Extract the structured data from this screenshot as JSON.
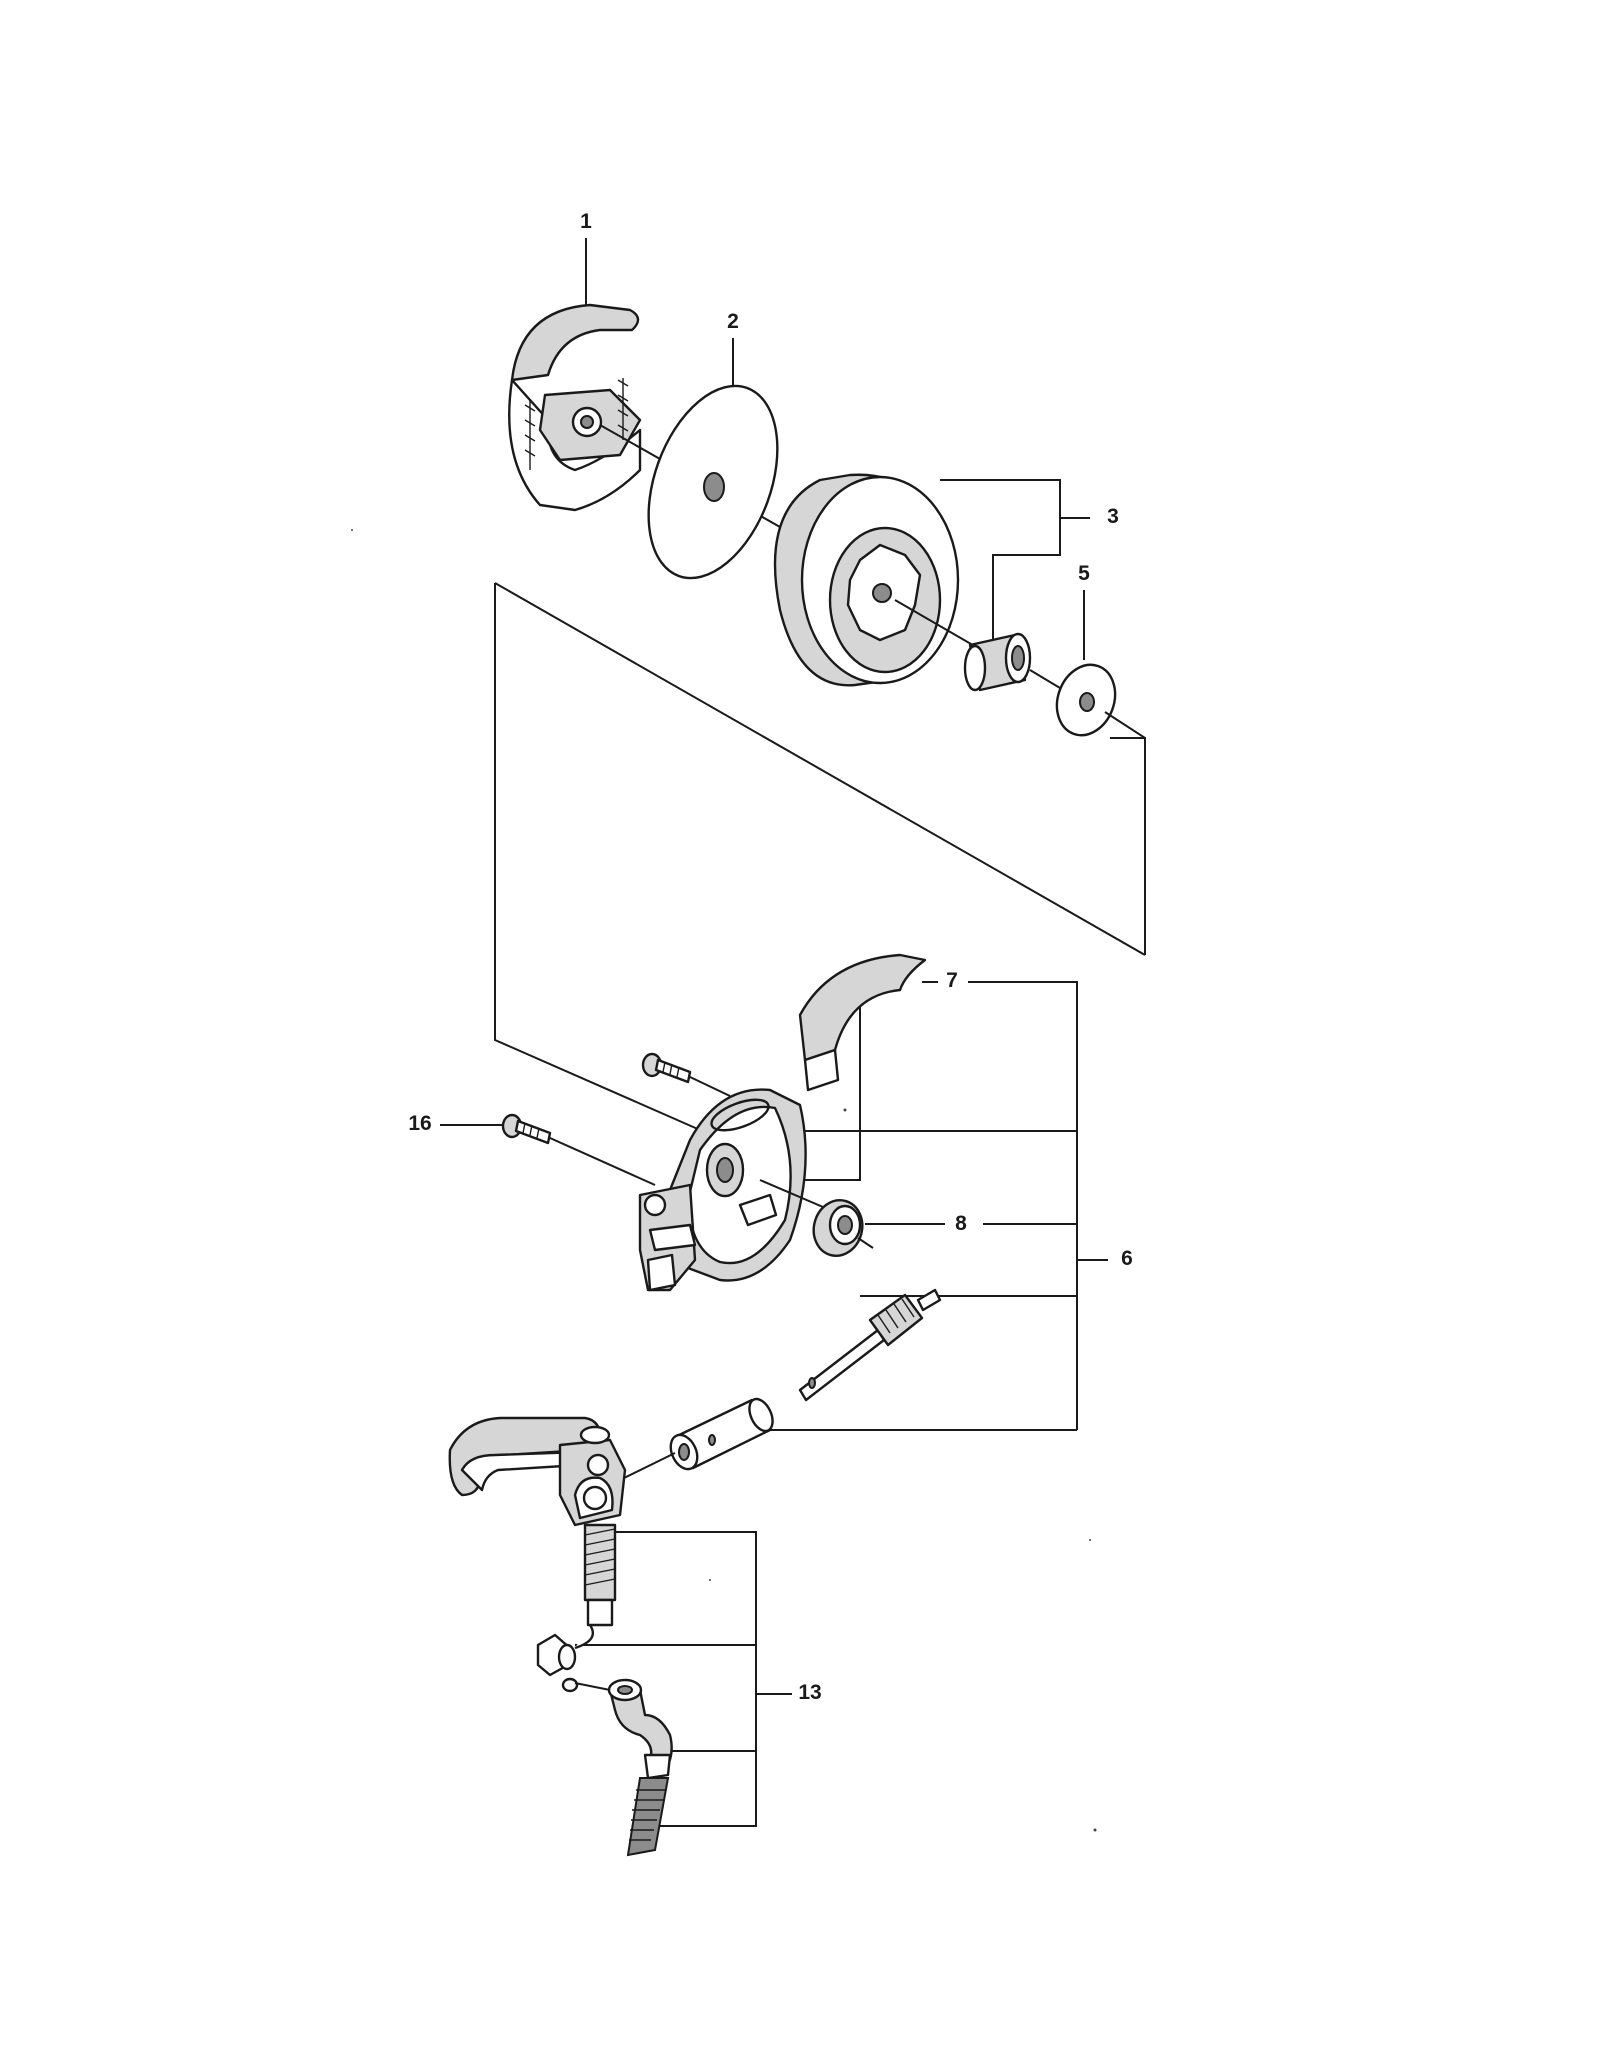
{
  "callouts": {
    "c1": "1",
    "c2": "2",
    "c3": "3",
    "c5": "5",
    "c6": "6",
    "c7": "7",
    "c8": "8",
    "c13": "13",
    "c16": "16"
  },
  "colors": {
    "line": "#1a1a1a",
    "shade": "#d6d6d6",
    "dark": "#8c8c8c",
    "background": "#ffffff"
  }
}
